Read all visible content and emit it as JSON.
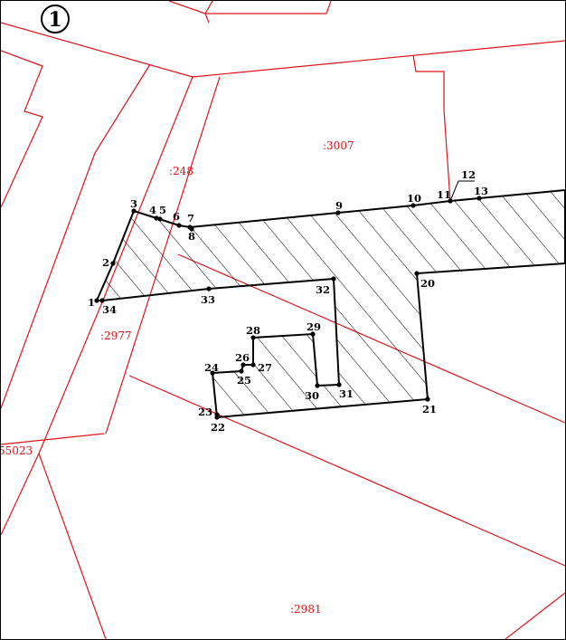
{
  "sheet_number": "1",
  "cadastral_labels": [
    ":3007",
    ":248",
    ":2977",
    "55023",
    ":2981"
  ],
  "point_labels": [
    "1",
    "2",
    "3",
    "4",
    "5",
    "6",
    "7",
    "8",
    "9",
    "10",
    "11",
    "12",
    "13",
    "20",
    "21",
    "22",
    "23",
    "24",
    "25",
    "26",
    "27",
    "28",
    "29",
    "30",
    "31",
    "32",
    "33",
    "34"
  ],
  "colors": {
    "cadastral_line": "#e0141b",
    "boundary_line": "#000000"
  }
}
